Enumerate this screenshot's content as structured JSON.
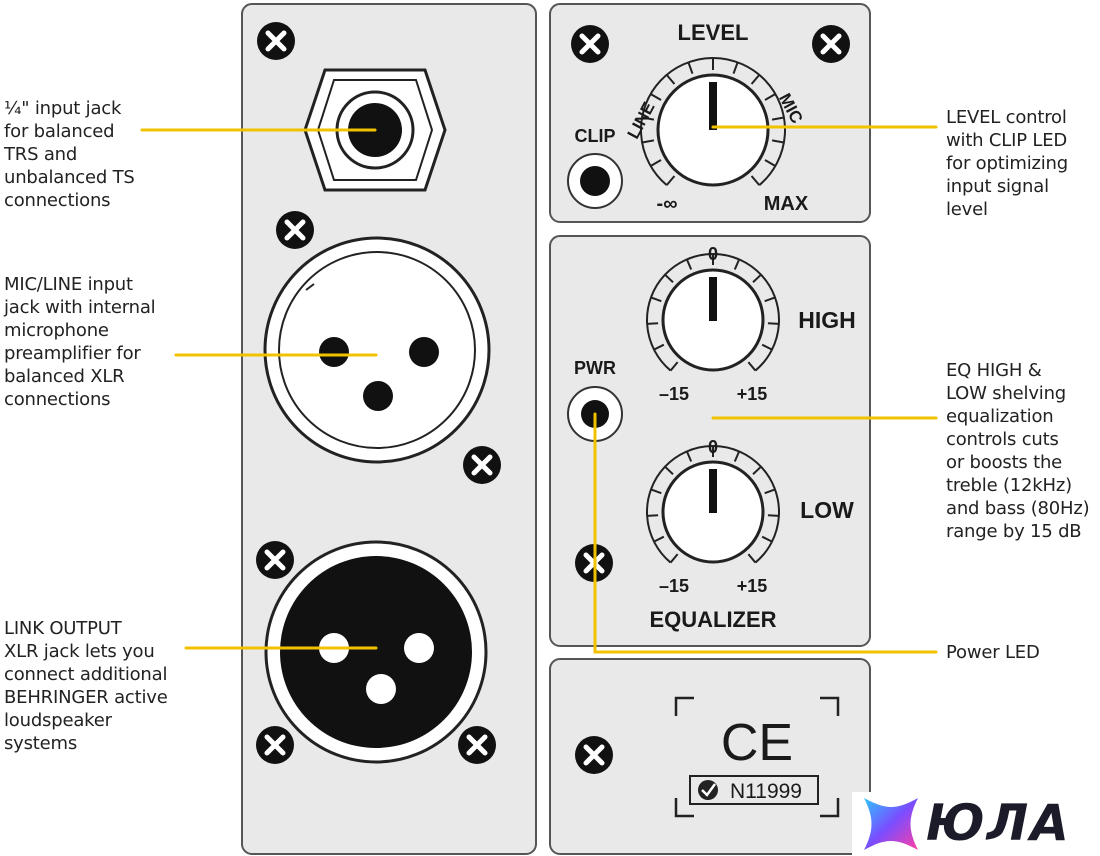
{
  "panels": {
    "level": {
      "title": "LEVEL",
      "clip_label": "CLIP",
      "line_label": "LINE",
      "mic_label": "MIC",
      "min_label": "-∞",
      "max_label": "MAX"
    },
    "eq": {
      "pwr_label": "PWR",
      "high": {
        "zero": "0",
        "min": "–15",
        "max": "+15",
        "name": "HIGH"
      },
      "low": {
        "zero": "0",
        "min": "–15",
        "max": "+15",
        "name": "LOW"
      },
      "title": "EQUALIZER"
    },
    "ce": {
      "mark": "CE",
      "code": "N11999"
    }
  },
  "callouts": {
    "jack": [
      "¼\" input jack",
      "for balanced",
      "TRS and",
      "unbalanced TS",
      "connections"
    ],
    "mic_line": [
      "MIC/LINE input",
      "jack with internal",
      "microphone",
      "preamplifier for",
      "balanced XLR",
      "connections"
    ],
    "link": [
      "LINK OUTPUT",
      "XLR jack lets you",
      "connect additional",
      "BEHRINGER active",
      "loudspeaker",
      "systems"
    ],
    "level": [
      "LEVEL control",
      "with CLIP LED",
      "for optimizing",
      "input signal",
      "level"
    ],
    "eq": [
      "EQ HIGH &",
      "LOW shelving",
      "equalization",
      "controls cuts",
      "or boosts the",
      "treble (12kHz)",
      "and bass (80Hz)",
      "range by 15 dB"
    ],
    "power": [
      "Power LED"
    ]
  },
  "watermark": {
    "text": "ЮЛА"
  },
  "colors": {
    "panel": "#e9e9e9",
    "panel_border": "#555555",
    "leader": "#f2c200",
    "ink": "#1a1a1a"
  }
}
